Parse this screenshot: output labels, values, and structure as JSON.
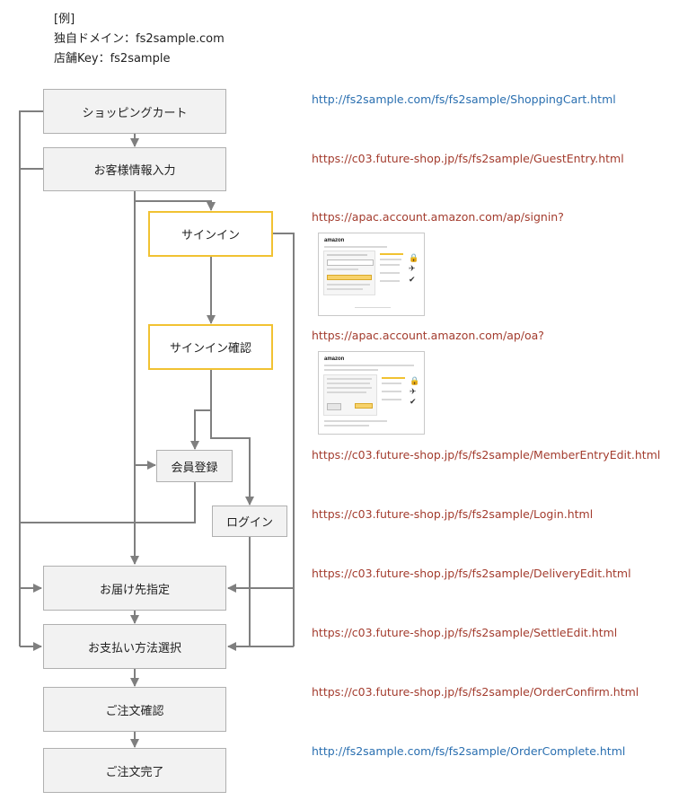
{
  "header": {
    "example": "[例]",
    "domain": "独自ドメイン：fs2sample.com",
    "key": "店舗Key：fs2sample"
  },
  "nodes": {
    "cart": "ショッピングカート",
    "guest": "お客様情報入力",
    "signin": "サインイン",
    "signin_confirm": "サインイン確認",
    "member": "会員登録",
    "login": "ログイン",
    "delivery": "お届け先指定",
    "payment": "お支払い方法選択",
    "order_confirm": "ご注文確認",
    "order_complete": "ご注文完了"
  },
  "urls": {
    "cart": "http://fs2sample.com/fs/fs2sample/ShoppingCart.html",
    "guest": "https://c03.future-shop.jp/fs/fs2sample/GuestEntry.html",
    "signin": "https://apac.account.amazon.com/ap/signin?",
    "signin_confirm": "https://apac.account.amazon.com/ap/oa?",
    "member": "https://c03.future-shop.jp/fs/fs2sample/MemberEntryEdit.html",
    "login": "https://c03.future-shop.jp/fs/fs2sample/Login.html",
    "delivery": "https://c03.future-shop.jp/fs/fs2sample/DeliveryEdit.html",
    "payment": "https://c03.future-shop.jp/fs/fs2sample/SettleEdit.html",
    "order_confirm": "https://c03.future-shop.jp/fs/fs2sample/OrderConfirm.html",
    "order_complete": "http://fs2sample.com/fs/fs2sample/OrderComplete.html"
  },
  "thumbs": {
    "brand": "amazon"
  },
  "colors": {
    "http_link": "#2a6fb0",
    "https_link": "#a33c2e",
    "amazon_border": "#f1c232",
    "box_fill": "#f2f2f2",
    "connector": "#7f7f7f"
  }
}
